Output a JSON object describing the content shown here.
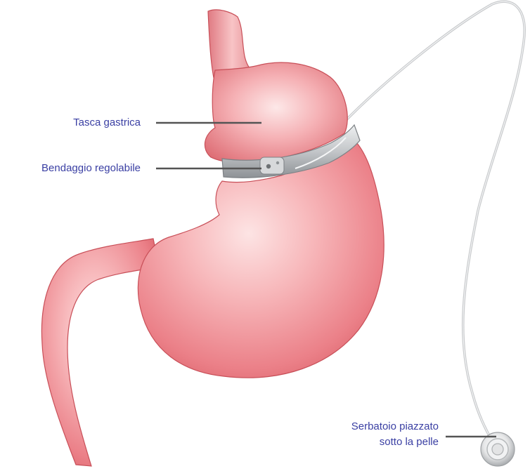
{
  "labels": {
    "pouch": "Tasca gastrica",
    "band": "Bendaggio regolabile",
    "port_line1": "Serbatoio piazzato",
    "port_line2": "sotto la pelle"
  },
  "colors": {
    "label_text": "#3a3fa3",
    "leader_line": "#545454",
    "stomach": "#e8737b",
    "band": "#b9bcc0",
    "tube": "#c8cacc"
  }
}
